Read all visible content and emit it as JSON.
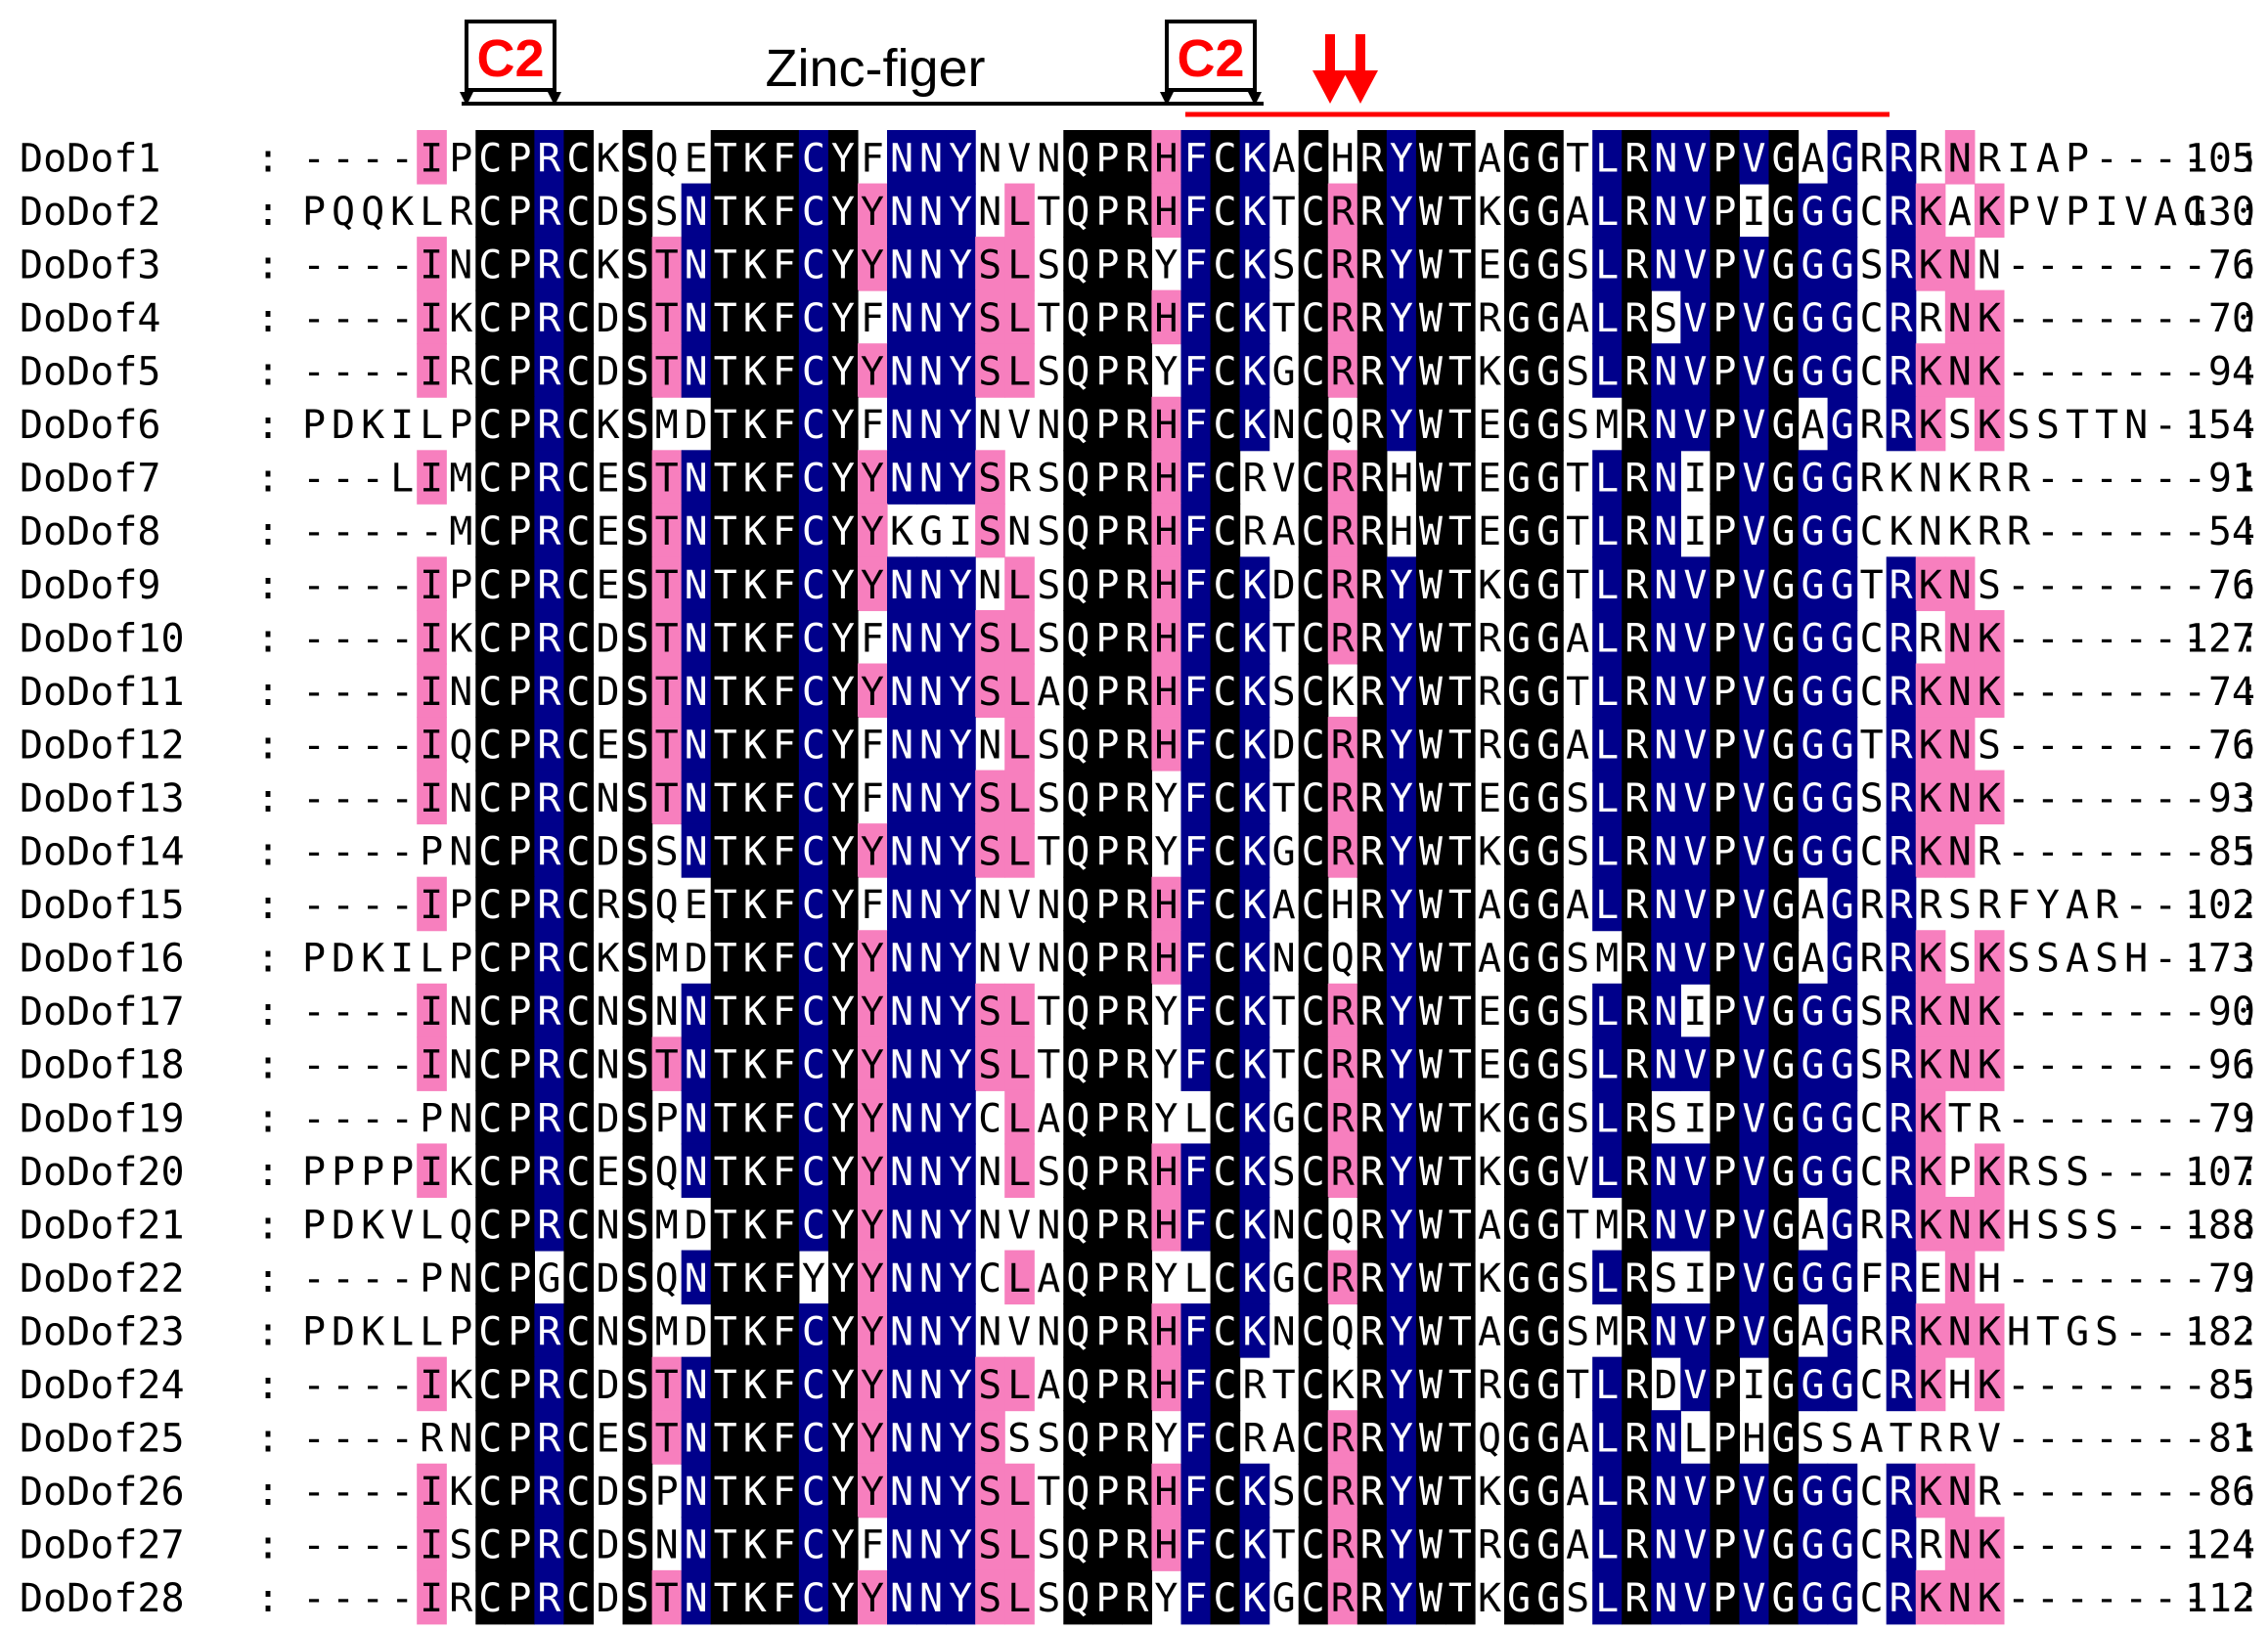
{
  "header": {
    "c2_left_label": "C2",
    "c2_right_label": "C2",
    "zinc_label": "Zinc-figer"
  },
  "colors": {
    "black_block": "#000000",
    "blue_block": "#00008b",
    "pink_block": "#f77fbe",
    "accent_red": "#ff0000",
    "text_default": "#000000",
    "text_on_dark": "#ffffff"
  },
  "legend_separator": ":",
  "sequences": [
    {
      "name": "DoDof1",
      "seq": "----IPCPRCKSQETKFCYFNNYNVNQPRHFCKACHRYWTAGGTLRNVPVGAGRRRNRIAP----",
      "count": "105"
    },
    {
      "name": "DoDof2",
      "seq": "PQQKLRCPRCDSSNTKFCYYNNYNLTQPRHFCKTCRRYWTKGGALRNVPIGGGCRKAKPVPIVAG",
      "count": "130"
    },
    {
      "name": "DoDof3",
      "seq": "----INCPRCKSTNTKFCYYNNYSLSQPRYFCKSCRRYWTEGGSLRNVPVGGGSRKNN-------",
      "count": "76"
    },
    {
      "name": "DoDof4",
      "seq": "----IKCPRCDSTNTKFCYFNNYSLTQPRHFCKTCRRYWTRGGALRSVPVGGGCRRNK-------",
      "count": "70"
    },
    {
      "name": "DoDof5",
      "seq": "----IRCPRCDSTNTKFCYYNNYSLSQPRYFCKGCRRYWTKGGSLRNVPVGGGCRKNK-------",
      "count": "94"
    },
    {
      "name": "DoDof6",
      "seq": "PDKILPCPRCKSMDTKFCYFNNYNVNQPRHFCKNCQRYWTEGGSMRNVPVGAGRRKSKSSTTN--",
      "count": "154"
    },
    {
      "name": "DoDof7",
      "seq": "---LIMCPRCESTNTKFCYYNNYSRSQPRHFCRVCRRHWTEGGTLRNIPVGGGRKNKRR------",
      "count": "91"
    },
    {
      "name": "DoDof8",
      "seq": "-----MCPRCESTNTKFCYYKGISNSQPRHFCRACRRHWTEGGTLRNIPVGGGCKNKRR------",
      "count": "54"
    },
    {
      "name": "DoDof9",
      "seq": "----IPCPRCESTNTKFCYYNNYNLSQPRHFCKDCRRYWTKGGTLRNVPVGGGTRKNS-------",
      "count": "76"
    },
    {
      "name": "DoDof10",
      "seq": "----IKCPRCDSTNTKFCYFNNYSLSQPRHFCKTCRRYWTRGGALRNVPVGGGCRRNK-------",
      "count": "127"
    },
    {
      "name": "DoDof11",
      "seq": "----INCPRCDSTNTKFCYYNNYSLAQPRHFCKSCKRYWTRGGTLRNVPVGGGCRKNK-------",
      "count": "74"
    },
    {
      "name": "DoDof12",
      "seq": "----IQCPRCESTNTKFCYFNNYNLSQPRHFCKDCRRYWTRGGALRNVPVGGGTRKNS-------",
      "count": "76"
    },
    {
      "name": "DoDof13",
      "seq": "----INCPRCNSTNTKFCYFNNYSLSQPRYFCKTCRRYWTEGGSLRNVPVGGGSRKNK-------",
      "count": "93"
    },
    {
      "name": "DoDof14",
      "seq": "----PNCPRCDSSNTKFCYYNNYSLTQPRYFCKGCRRYWTKGGSLRNVPVGGGCRKNR-------",
      "count": "85"
    },
    {
      "name": "DoDof15",
      "seq": "----IPCPRCRSQETKFCYFNNYNVNQPRHFCKACHRYWTAGGALRNVPVGAGRRRSRFYAR---",
      "count": "102"
    },
    {
      "name": "DoDof16",
      "seq": "PDKILPCPRCKSMDTKFCYYNNYNVNQPRHFCKNCQRYWTAGGSMRNVPVGAGRRKSKSSASH--",
      "count": "173"
    },
    {
      "name": "DoDof17",
      "seq": "----INCPRCNSNNTKFCYYNNYSLTQPRYFCKTCRRYWTEGGSLRNIPVGGGSRKNK-------",
      "count": "90"
    },
    {
      "name": "DoDof18",
      "seq": "----INCPRCNSTNTKFCYYNNYSLTQPRYFCKTCRRYWTEGGSLRNVPVGGGSRKNK-------",
      "count": "96"
    },
    {
      "name": "DoDof19",
      "seq": "----PNCPRCDSPNTKFCYYNNYCLAQPRYLCKGCRRYWTKGGSLRSIPVGGGCRKTR-------",
      "count": "79"
    },
    {
      "name": "DoDof20",
      "seq": "PPPPIKCPRCESQNTKFCYYNNYNLSQPRHFCKSCRRYWTKGGVLRNVPVGGGCRKPKRSS----",
      "count": "107"
    },
    {
      "name": "DoDof21",
      "seq": "PDKVLQCPRCNSMDTKFCYYNNYNVNQPRHFCKNCQRYWTAGGTMRNVPVGAGRRKNKHSSS---",
      "count": "188"
    },
    {
      "name": "DoDof22",
      "seq": "----PNCPGCDSQNTKFYYYNNYCLAQPRYLCKGCRRYWTKGGSLRSIPVGGGFRENH-------",
      "count": "79"
    },
    {
      "name": "DoDof23",
      "seq": "PDKLLPCPRCNSMDTKFCYYNNYNVNQPRHFCKNCQRYWTAGGSMRNVPVGAGRRKNKHTGS---",
      "count": "182"
    },
    {
      "name": "DoDof24",
      "seq": "----IKCPRCDSTNTKFCYYNNYSLAQPRHFCRTCKRYWTRGGTLRDVPIGGGCRKHK-------",
      "count": "85"
    },
    {
      "name": "DoDof25",
      "seq": "----RNCPRCESTNTKFCYYNNYSSSQPRYFCRACRRYWTQGGALRNLPHGSSATRRV-------",
      "count": "81"
    },
    {
      "name": "DoDof26",
      "seq": "----IKCPRCDSPNTKFCYYNNYSLTQPRHFCKSCRRYWTKGGALRNVPVGGGCRKNR-------",
      "count": "86"
    },
    {
      "name": "DoDof27",
      "seq": "----ISCPRCDSNNTKFCYFNNYSLSQPRHFCKTCRRYWTRGGALRNVPVGGGCRRNK-------",
      "count": "124"
    },
    {
      "name": "DoDof28",
      "seq": "----IRCPRCDSTNTKFCYYNNYSLSQPRYFCKGCRRYWTKGGSLRNVPVGGGCRKNK-------",
      "count": "112"
    }
  ]
}
